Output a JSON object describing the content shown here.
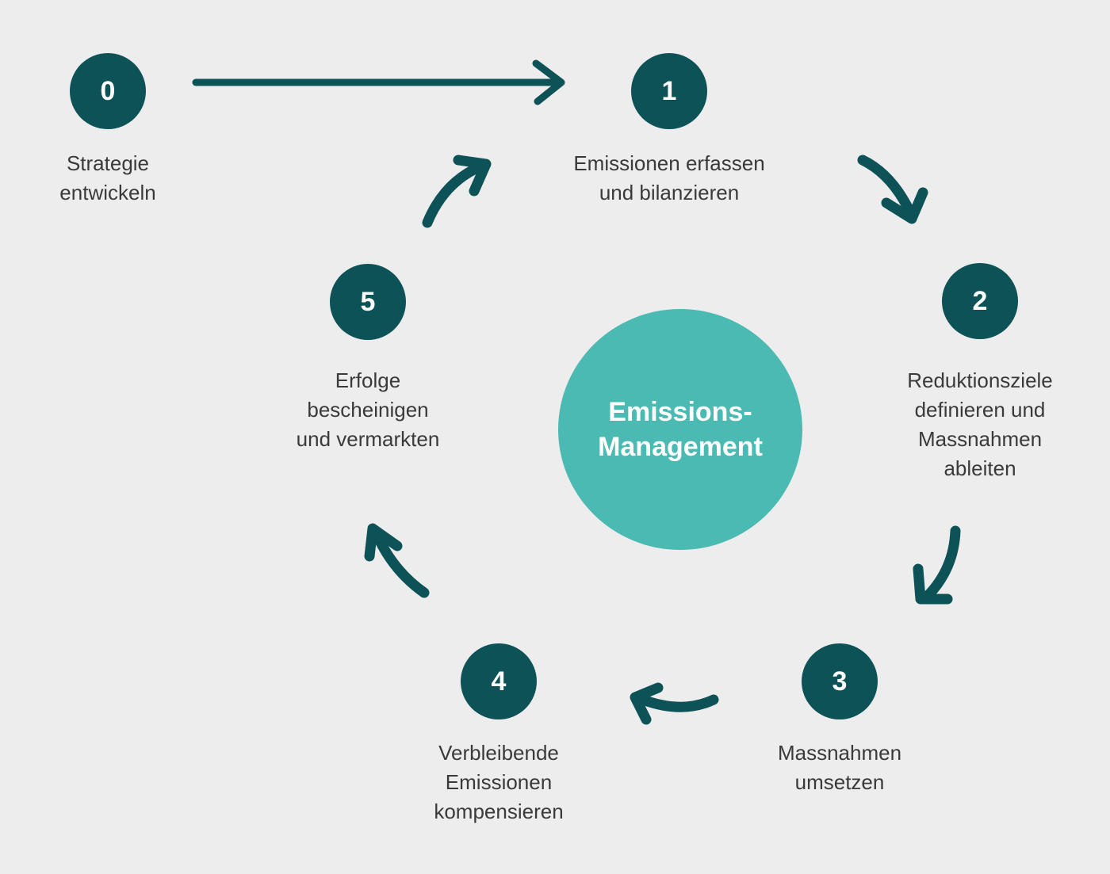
{
  "colors": {
    "background": "#ededed",
    "step_circle": "#0d5257",
    "center_circle": "#4bbab2",
    "arrow": "#0d5257",
    "text": "#3a3a3a"
  },
  "center": {
    "line1": "Emissions-",
    "line2": "Management"
  },
  "steps": [
    {
      "number": "0",
      "label_lines": [
        "Strategie",
        "entwickeln"
      ]
    },
    {
      "number": "1",
      "label_lines": [
        "Emissionen erfassen",
        "und bilanzieren"
      ]
    },
    {
      "number": "2",
      "label_lines": [
        "Reduktionsziele",
        "definieren und",
        "Massnahmen",
        "ableiten"
      ]
    },
    {
      "number": "3",
      "label_lines": [
        "Massnahmen",
        "umsetzen"
      ]
    },
    {
      "number": "4",
      "label_lines": [
        "Verbleibende",
        "Emissionen",
        "kompensieren"
      ]
    },
    {
      "number": "5",
      "label_lines": [
        "Erfolge",
        "bescheinigen",
        "und vermarkten"
      ]
    }
  ],
  "arrows": [
    {
      "from": "0",
      "to": "1"
    },
    {
      "from": "1",
      "to": "2"
    },
    {
      "from": "2",
      "to": "3"
    },
    {
      "from": "3",
      "to": "4"
    },
    {
      "from": "4",
      "to": "5"
    },
    {
      "from": "5",
      "to": "1"
    }
  ]
}
